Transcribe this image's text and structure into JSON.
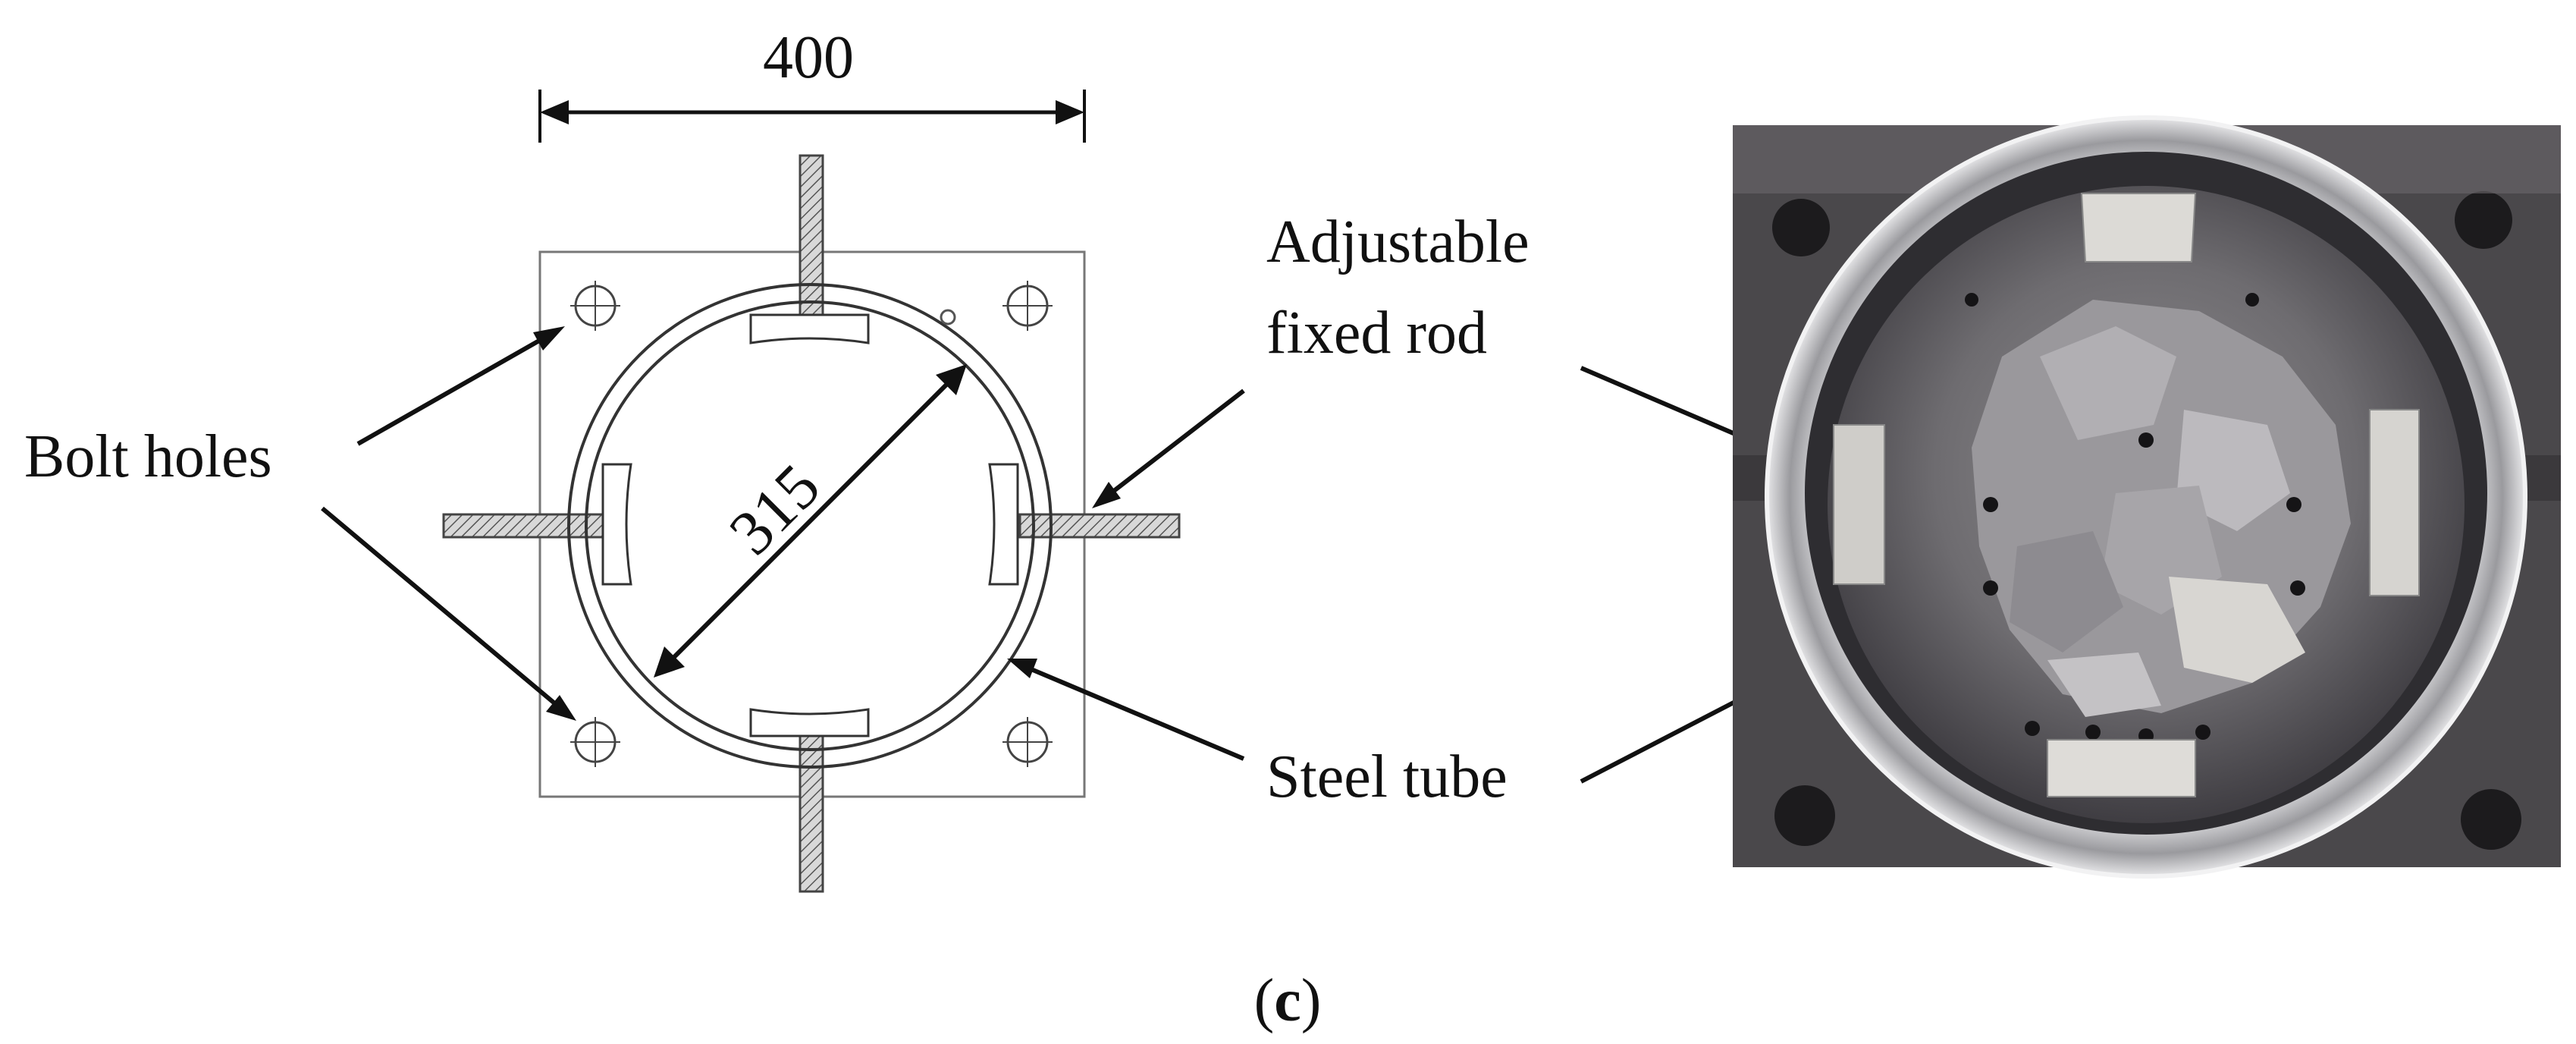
{
  "dimensions": {
    "plate_width": "400",
    "tube_diameter": "315"
  },
  "labels": {
    "bolt_holes": "Bolt holes",
    "adjustable_line1": "Adjustable",
    "adjustable_line2": "fixed rod",
    "steel_tube": "Steel tube"
  },
  "caption": {
    "open": "(",
    "letter": "c",
    "close": ")"
  }
}
